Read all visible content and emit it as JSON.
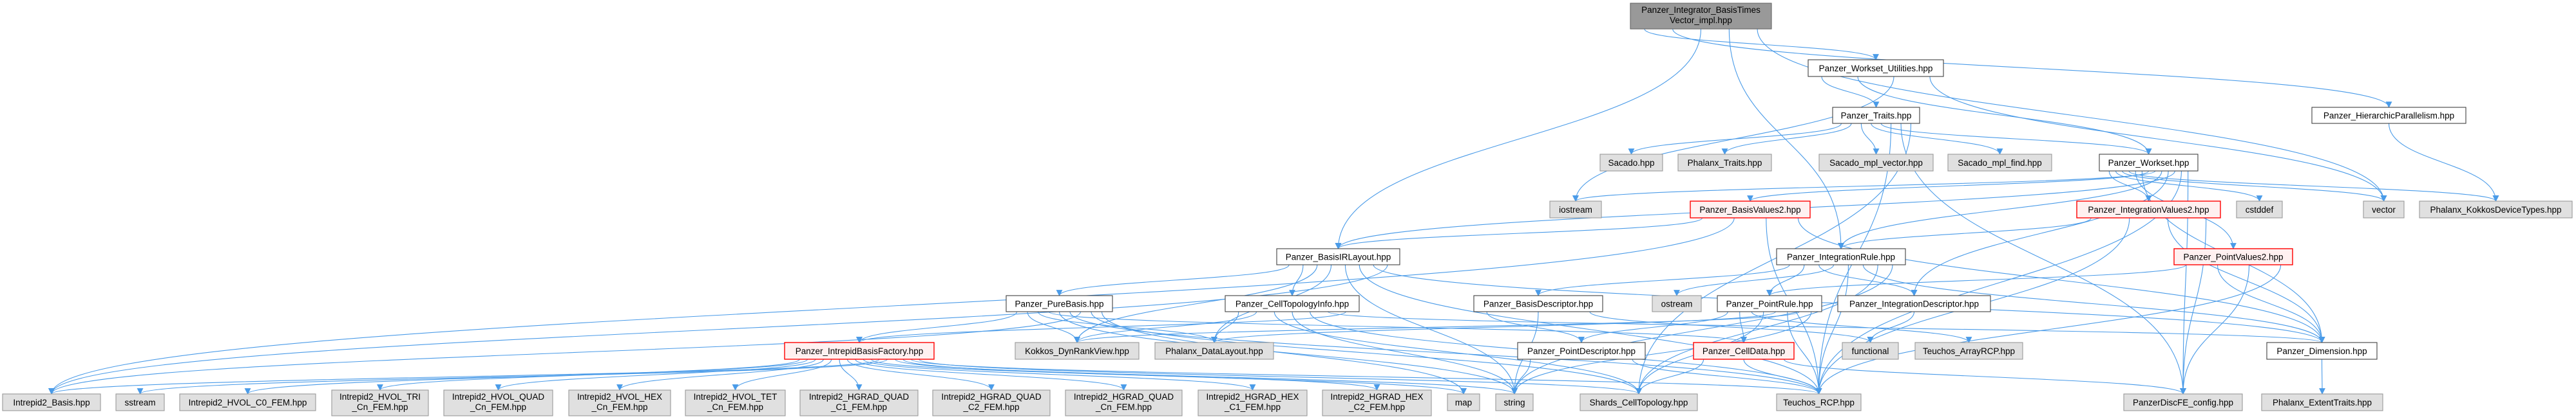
{
  "title": "Panzer_Integrator_BasisTimesVector_impl.hpp include dependency graph",
  "colors": {
    "edge": "#4a9be8",
    "root_fill": "#999999",
    "root_border": "#666666",
    "internal_fill": "#ffffff",
    "internal_border": "#404040",
    "external_fill": "#e0e0e0",
    "external_border": "#999999",
    "missing_fill": "#fff0f0",
    "missing_border": "#ff0000"
  },
  "nodes": {
    "root": {
      "lines": [
        "Panzer_Integrator_BasisTimes",
        "Vector_impl.hpp"
      ],
      "kind": "root"
    },
    "wsu": {
      "lines": [
        "Panzer_Workset_Utilities.hpp"
      ],
      "kind": "internal"
    },
    "traits": {
      "lines": [
        "Panzer_Traits.hpp"
      ],
      "kind": "internal"
    },
    "hier": {
      "lines": [
        "Panzer_HierarchicParallelism.hpp"
      ],
      "kind": "internal"
    },
    "sacado": {
      "lines": [
        "Sacado.hpp"
      ],
      "kind": "external"
    },
    "phx_traits": {
      "lines": [
        "Phalanx_Traits.hpp"
      ],
      "kind": "external"
    },
    "mpl_vector": {
      "lines": [
        "Sacado_mpl_vector.hpp"
      ],
      "kind": "external"
    },
    "mpl_find": {
      "lines": [
        "Sacado_mpl_find.hpp"
      ],
      "kind": "external"
    },
    "workset": {
      "lines": [
        "Panzer_Workset.hpp"
      ],
      "kind": "internal"
    },
    "iostream": {
      "lines": [
        "iostream"
      ],
      "kind": "external"
    },
    "bv2": {
      "lines": [
        "Panzer_BasisValues2.hpp"
      ],
      "kind": "missing"
    },
    "iv2": {
      "lines": [
        "Panzer_IntegrationValues2.hpp"
      ],
      "kind": "missing"
    },
    "cstddef": {
      "lines": [
        "cstddef"
      ],
      "kind": "external"
    },
    "vector": {
      "lines": [
        "vector"
      ],
      "kind": "external"
    },
    "kokkos_dev": {
      "lines": [
        "Phalanx_KokkosDeviceTypes.hpp"
      ],
      "kind": "external"
    },
    "birl": {
      "lines": [
        "Panzer_BasisIRLayout.hpp"
      ],
      "kind": "internal"
    },
    "irule": {
      "lines": [
        "Panzer_IntegrationRule.hpp"
      ],
      "kind": "internal"
    },
    "pv2": {
      "lines": [
        "Panzer_PointValues2.hpp"
      ],
      "kind": "missing"
    },
    "purebasis": {
      "lines": [
        "Panzer_PureBasis.hpp"
      ],
      "kind": "internal"
    },
    "ctinfo": {
      "lines": [
        "Panzer_CellTopologyInfo.hpp"
      ],
      "kind": "internal"
    },
    "bdesc": {
      "lines": [
        "Panzer_BasisDescriptor.hpp"
      ],
      "kind": "internal"
    },
    "ostream": {
      "lines": [
        "ostream"
      ],
      "kind": "external"
    },
    "prule": {
      "lines": [
        "Panzer_PointRule.hpp"
      ],
      "kind": "internal"
    },
    "idesc": {
      "lines": [
        "Panzer_IntegrationDescriptor.hpp"
      ],
      "kind": "internal"
    },
    "ibf": {
      "lines": [
        "Panzer_IntrepidBasisFactory.hpp"
      ],
      "kind": "missing"
    },
    "dynrank": {
      "lines": [
        "Kokkos_DynRankView.hpp"
      ],
      "kind": "external"
    },
    "datalayout": {
      "lines": [
        "Phalanx_DataLayout.hpp"
      ],
      "kind": "external"
    },
    "pdesc": {
      "lines": [
        "Panzer_PointDescriptor.hpp"
      ],
      "kind": "internal"
    },
    "celldata": {
      "lines": [
        "Panzer_CellData.hpp"
      ],
      "kind": "missing"
    },
    "functional": {
      "lines": [
        "functional"
      ],
      "kind": "external"
    },
    "arrayrcp": {
      "lines": [
        "Teuchos_ArrayRCP.hpp"
      ],
      "kind": "external"
    },
    "dimension": {
      "lines": [
        "Panzer_Dimension.hpp"
      ],
      "kind": "internal"
    },
    "i2basis": {
      "lines": [
        "Intrepid2_Basis.hpp"
      ],
      "kind": "external"
    },
    "sstream": {
      "lines": [
        "sstream"
      ],
      "kind": "external"
    },
    "hvol_c0": {
      "lines": [
        "Intrepid2_HVOL_C0_FEM.hpp"
      ],
      "kind": "external"
    },
    "hvol_tri": {
      "lines": [
        "Intrepid2_HVOL_TRI",
        "_Cn_FEM.hpp"
      ],
      "kind": "external"
    },
    "hvol_quad": {
      "lines": [
        "Intrepid2_HVOL_QUAD",
        "_Cn_FEM.hpp"
      ],
      "kind": "external"
    },
    "hvol_hex": {
      "lines": [
        "Intrepid2_HVOL_HEX",
        "_Cn_FEM.hpp"
      ],
      "kind": "external"
    },
    "hvol_tet": {
      "lines": [
        "Intrepid2_HVOL_TET",
        "_Cn_FEM.hpp"
      ],
      "kind": "external"
    },
    "hgrad_quad_c1": {
      "lines": [
        "Intrepid2_HGRAD_QUAD",
        "_C1_FEM.hpp"
      ],
      "kind": "external"
    },
    "hgrad_quad_c2": {
      "lines": [
        "Intrepid2_HGRAD_QUAD",
        "_C2_FEM.hpp"
      ],
      "kind": "external"
    },
    "hgrad_quad_cn": {
      "lines": [
        "Intrepid2_HGRAD_QUAD",
        "_Cn_FEM.hpp"
      ],
      "kind": "external"
    },
    "hgrad_hex_c1": {
      "lines": [
        "Intrepid2_HGRAD_HEX",
        "_C1_FEM.hpp"
      ],
      "kind": "external"
    },
    "hgrad_hex_c2": {
      "lines": [
        "Intrepid2_HGRAD_HEX",
        "_C2_FEM.hpp"
      ],
      "kind": "external"
    },
    "map": {
      "lines": [
        "map"
      ],
      "kind": "external"
    },
    "string": {
      "lines": [
        "string"
      ],
      "kind": "external"
    },
    "shards": {
      "lines": [
        "Shards_CellTopology.hpp"
      ],
      "kind": "external"
    },
    "rcp": {
      "lines": [
        "Teuchos_RCP.hpp"
      ],
      "kind": "external"
    },
    "discfe": {
      "lines": [
        "PanzerDiscFE_config.hpp"
      ],
      "kind": "external"
    },
    "extent": {
      "lines": [
        "Phalanx_ExtentTraits.hpp"
      ],
      "kind": "external"
    }
  },
  "edges": [
    [
      "root",
      "wsu"
    ],
    [
      "root",
      "hier"
    ],
    [
      "root",
      "birl"
    ],
    [
      "root",
      "irule"
    ],
    [
      "root",
      "vector"
    ],
    [
      "wsu",
      "traits"
    ],
    [
      "wsu",
      "workset"
    ],
    [
      "wsu",
      "iostream"
    ],
    [
      "wsu",
      "vector"
    ],
    [
      "traits",
      "sacado"
    ],
    [
      "traits",
      "phx_traits"
    ],
    [
      "traits",
      "mpl_vector"
    ],
    [
      "traits",
      "mpl_find"
    ],
    [
      "traits",
      "workset"
    ],
    [
      "traits",
      "rcp"
    ],
    [
      "traits",
      "discfe"
    ],
    [
      "traits",
      "shards"
    ],
    [
      "hier",
      "kokkos_dev"
    ],
    [
      "workset",
      "iv2"
    ],
    [
      "workset",
      "cstddef"
    ],
    [
      "workset",
      "vector"
    ],
    [
      "workset",
      "kokkos_dev"
    ],
    [
      "workset",
      "pv2"
    ],
    [
      "workset",
      "dimension"
    ],
    [
      "workset",
      "bv2"
    ],
    [
      "workset",
      "iostream"
    ],
    [
      "workset",
      "irule"
    ],
    [
      "workset",
      "idesc"
    ],
    [
      "workset",
      "birl"
    ],
    [
      "workset",
      "rcp"
    ],
    [
      "workset",
      "discfe"
    ],
    [
      "bv2",
      "birl"
    ],
    [
      "bv2",
      "i2basis"
    ],
    [
      "bv2",
      "rcp"
    ],
    [
      "bv2",
      "dimension"
    ],
    [
      "iv2",
      "irule"
    ],
    [
      "iv2",
      "rcp"
    ],
    [
      "iv2",
      "dimension"
    ],
    [
      "iv2",
      "discfe"
    ],
    [
      "pv2",
      "prule"
    ],
    [
      "pv2",
      "dimension"
    ],
    [
      "pv2",
      "discfe"
    ],
    [
      "pv2",
      "rcp"
    ],
    [
      "birl",
      "purebasis"
    ],
    [
      "birl",
      "ctinfo"
    ],
    [
      "birl",
      "dynrank"
    ],
    [
      "birl",
      "datalayout"
    ],
    [
      "birl",
      "string"
    ],
    [
      "birl",
      "rcp"
    ],
    [
      "birl",
      "dimension"
    ],
    [
      "birl",
      "i2basis"
    ],
    [
      "irule",
      "bdesc"
    ],
    [
      "irule",
      "prule"
    ],
    [
      "irule",
      "idesc"
    ],
    [
      "irule",
      "ostream"
    ],
    [
      "irule",
      "rcp"
    ],
    [
      "irule",
      "dimension"
    ],
    [
      "irule",
      "shards"
    ],
    [
      "irule",
      "string"
    ],
    [
      "purebasis",
      "ibf"
    ],
    [
      "purebasis",
      "dynrank"
    ],
    [
      "purebasis",
      "datalayout"
    ],
    [
      "purebasis",
      "celldata"
    ],
    [
      "purebasis",
      "string"
    ],
    [
      "purebasis",
      "rcp"
    ],
    [
      "purebasis",
      "i2basis"
    ],
    [
      "purebasis",
      "shards"
    ],
    [
      "purebasis",
      "map"
    ],
    [
      "ctinfo",
      "datalayout"
    ],
    [
      "ctinfo",
      "dynrank"
    ],
    [
      "ctinfo",
      "shards"
    ],
    [
      "ctinfo",
      "string"
    ],
    [
      "ctinfo",
      "rcp"
    ],
    [
      "ctinfo",
      "dimension"
    ],
    [
      "ctinfo",
      "ibf"
    ],
    [
      "bdesc",
      "pdesc"
    ],
    [
      "bdesc",
      "string"
    ],
    [
      "bdesc",
      "functional"
    ],
    [
      "prule",
      "pdesc"
    ],
    [
      "prule",
      "celldata"
    ],
    [
      "prule",
      "arrayrcp"
    ],
    [
      "prule",
      "shards"
    ],
    [
      "prule",
      "datalayout"
    ],
    [
      "prule",
      "rcp"
    ],
    [
      "prule",
      "dynrank"
    ],
    [
      "prule",
      "string"
    ],
    [
      "idesc",
      "functional"
    ],
    [
      "pdesc",
      "string"
    ],
    [
      "pdesc",
      "rcp"
    ],
    [
      "celldata",
      "shards"
    ],
    [
      "celldata",
      "rcp"
    ],
    [
      "celldata",
      "discfe"
    ],
    [
      "dimension",
      "extent"
    ],
    [
      "ibf",
      "hvol_c0"
    ],
    [
      "ibf",
      "hvol_tri"
    ],
    [
      "ibf",
      "hvol_quad"
    ],
    [
      "ibf",
      "hvol_hex"
    ],
    [
      "ibf",
      "hvol_tet"
    ],
    [
      "ibf",
      "hgrad_quad_c1"
    ],
    [
      "ibf",
      "hgrad_quad_c2"
    ],
    [
      "ibf",
      "hgrad_quad_cn"
    ],
    [
      "ibf",
      "hgrad_hex_c1"
    ],
    [
      "ibf",
      "hgrad_hex_c2"
    ],
    [
      "ibf",
      "i2basis"
    ],
    [
      "ibf",
      "sstream"
    ],
    [
      "ibf",
      "string"
    ],
    [
      "ibf",
      "map"
    ],
    [
      "ibf",
      "rcp"
    ],
    [
      "ibf",
      "shards"
    ]
  ]
}
